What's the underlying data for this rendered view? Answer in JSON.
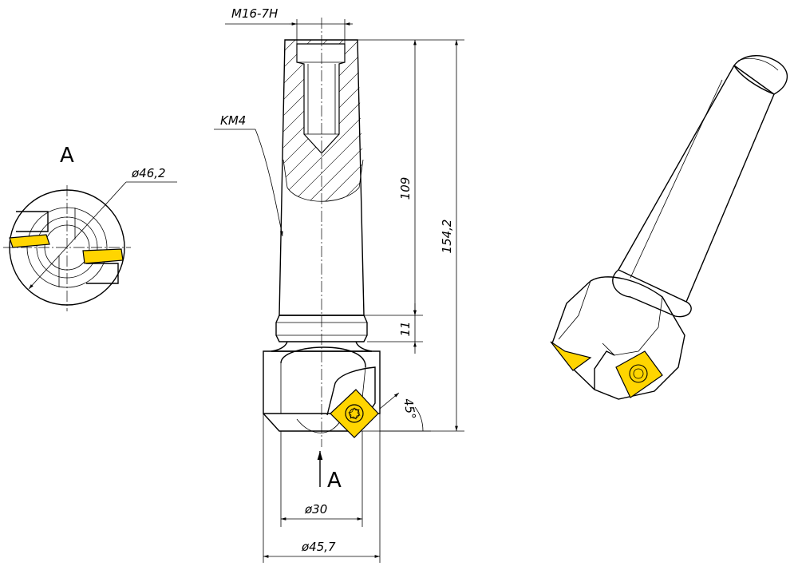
{
  "drawing": {
    "thread_label": "M16-7H",
    "taper_label": "KM4",
    "section_letter": "A",
    "view_letter": "A",
    "diameter_view": "ø46,2",
    "length_shank": "109",
    "length_total": "154,2",
    "length_collar": "11",
    "angle": "45°",
    "diameter_inner": "ø30",
    "diameter_outer": "ø45,7"
  },
  "colors": {
    "insert": "#ffd500",
    "line": "#000000"
  }
}
